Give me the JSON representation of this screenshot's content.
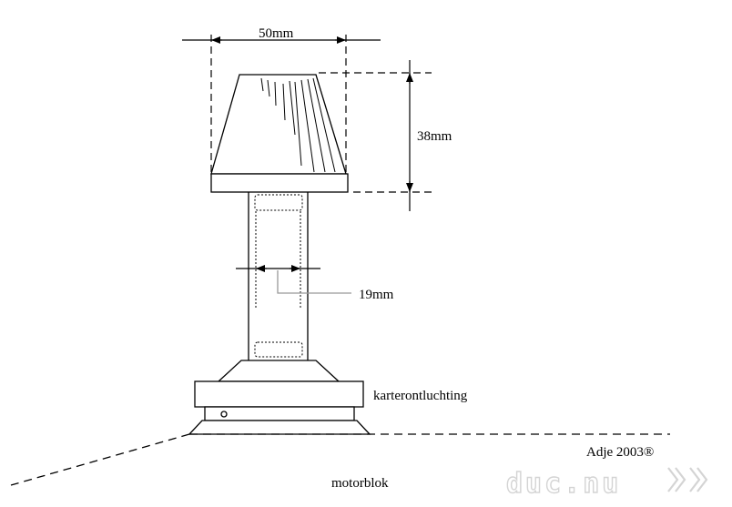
{
  "labels": {
    "width_top": "50mm",
    "height_filter": "38mm",
    "pipe_diameter": "19mm",
    "breather": "karterontluchting",
    "engine": "motorblok",
    "author": "Adje 2003®"
  },
  "watermark": {
    "text": "duc.nu",
    "icon": "double-chevron-right-icon",
    "color": "#d4d4d4"
  },
  "colors": {
    "line": "#000000",
    "leader": "#999999",
    "background": "#ffffff"
  }
}
